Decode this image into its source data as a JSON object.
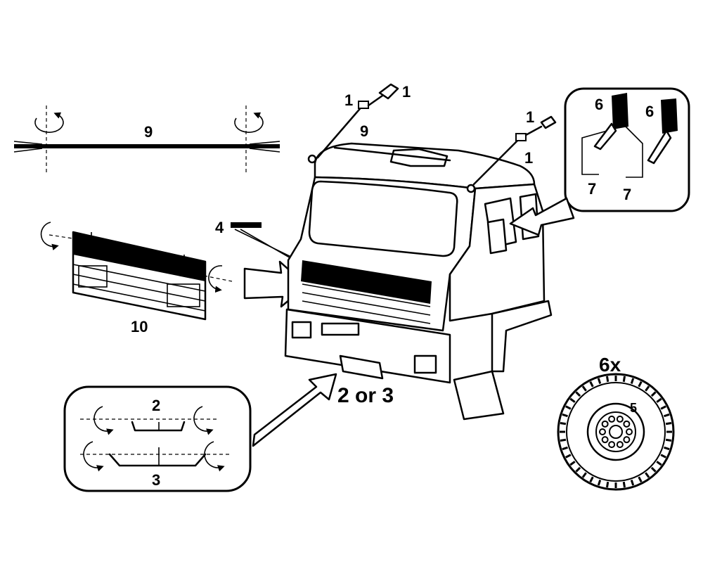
{
  "labels": {
    "bar_part": "9",
    "bar_part_cab": "9",
    "grille_part": "10",
    "plate_part": "4",
    "light_left": "1",
    "light_left_top": "1",
    "light_right": "1",
    "light_right_side": "1",
    "mirror_left": "6",
    "mirror_right": "6",
    "bracket_left": "7",
    "bracket_right": "7",
    "step_small": "2",
    "step_large": "3",
    "step_choice": "2 or 3",
    "wheel_count": "6x",
    "wheel_part": "5"
  },
  "colors": {
    "ink": "#000000",
    "paper": "#ffffff"
  }
}
